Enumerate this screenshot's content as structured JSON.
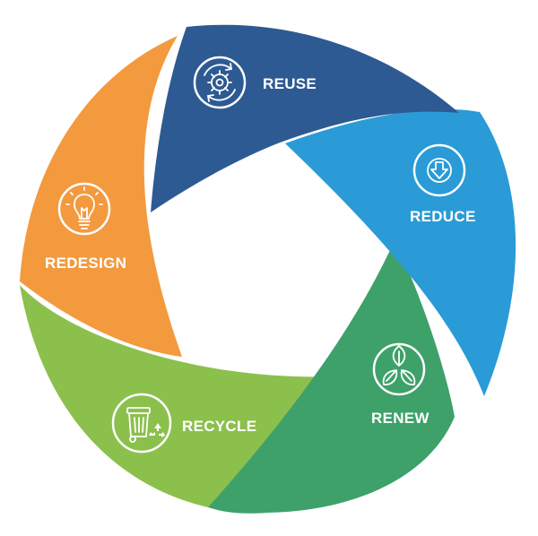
{
  "segments": [
    {
      "key": "reuse",
      "label": "REUSE",
      "icon": "gear-cycle-icon",
      "color": "#2d5a92"
    },
    {
      "key": "reduce",
      "label": "REDUCE",
      "icon": "down-arrow-icon",
      "color": "#2a9bd6"
    },
    {
      "key": "renew",
      "label": "RENEW",
      "icon": "leaves-icon",
      "color": "#3ea16a"
    },
    {
      "key": "recycle",
      "label": "RECYCLE",
      "icon": "recycling-bin-icon",
      "color": "#8cc04d"
    },
    {
      "key": "redesign",
      "label": "REDESIGN",
      "icon": "lightbulb-icon",
      "color": "#f39a3f"
    }
  ]
}
